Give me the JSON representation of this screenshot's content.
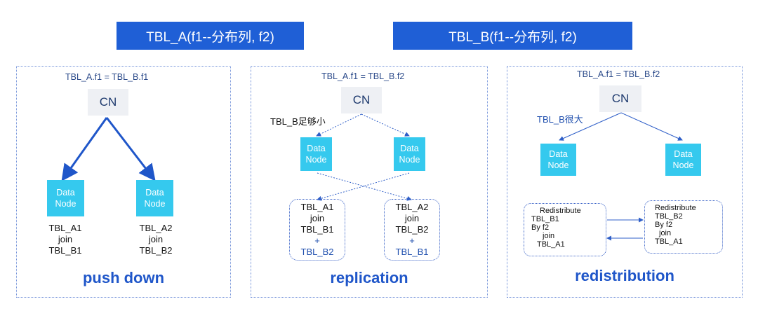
{
  "headers": {
    "tbl_a": "TBL_A(f1--分布列, f2)",
    "tbl_b": "TBL_B(f1--分布列, f2)"
  },
  "panels": {
    "push_down": {
      "condition": "TBL_A.f1 = TBL_B.f1",
      "cn": "CN",
      "node_line1": "Data",
      "node_line2": "Node",
      "left_join": [
        "TBL_A1",
        "join",
        "TBL_B1"
      ],
      "right_join": [
        "TBL_A2",
        "join",
        "TBL_B2"
      ],
      "label": "push down"
    },
    "replication": {
      "condition": "TBL_A.f1 = TBL_B.f2",
      "cn": "CN",
      "note": "TBL_B足够小",
      "node_line1": "Data",
      "node_line2": "Node",
      "left_box": [
        "TBL_A1",
        "join",
        "TBL_B1",
        "+",
        "TBL_B2"
      ],
      "right_box": [
        "TBL_A2",
        "join",
        "TBL_B2",
        "+",
        "TBL_B1"
      ],
      "label": "replication"
    },
    "redistribution": {
      "condition": "TBL_A.f1 = TBL_B.f2",
      "cn": "CN",
      "note": "TBL_B很大",
      "node_line1": "Data",
      "node_line2": "Node",
      "left_box": [
        "Redistribute",
        "TBL_B1",
        "By f2",
        "join",
        "TBL_A1"
      ],
      "right_box": [
        "Redistribute",
        "TBL_B2",
        "By f2",
        "join",
        "TBL_A1"
      ],
      "label": "redistribution"
    }
  },
  "colors": {
    "header_bg": "#1f5fd6",
    "node_bg": "#35c9ee",
    "cn_bg": "#eef0f4",
    "accent_text": "#1f56c9"
  }
}
